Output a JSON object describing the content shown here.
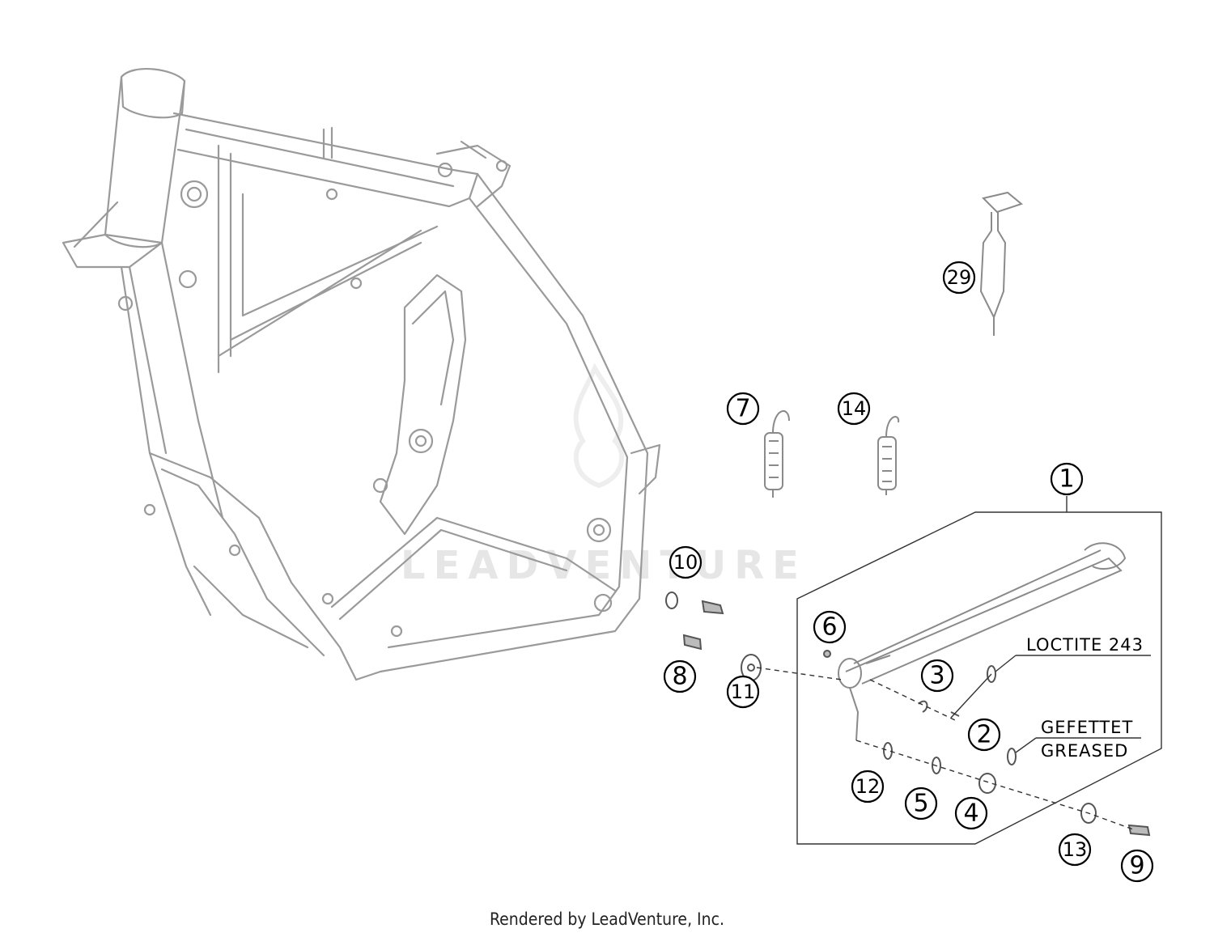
{
  "watermark": "LEADVENTURE",
  "callouts": {
    "c1": "1",
    "c2": "2",
    "c3": "3",
    "c4": "4",
    "c5": "5",
    "c6": "6",
    "c7": "7",
    "c8": "8",
    "c9": "9",
    "c10": "10",
    "c11": "11",
    "c12": "12",
    "c13": "13",
    "c14": "14",
    "c29": "29"
  },
  "notes": {
    "loctite": "LOCTITE 243",
    "gefettet": "GEFETTET",
    "greased": "GREASED"
  },
  "footer": "Rendered by LeadVenture, Inc."
}
